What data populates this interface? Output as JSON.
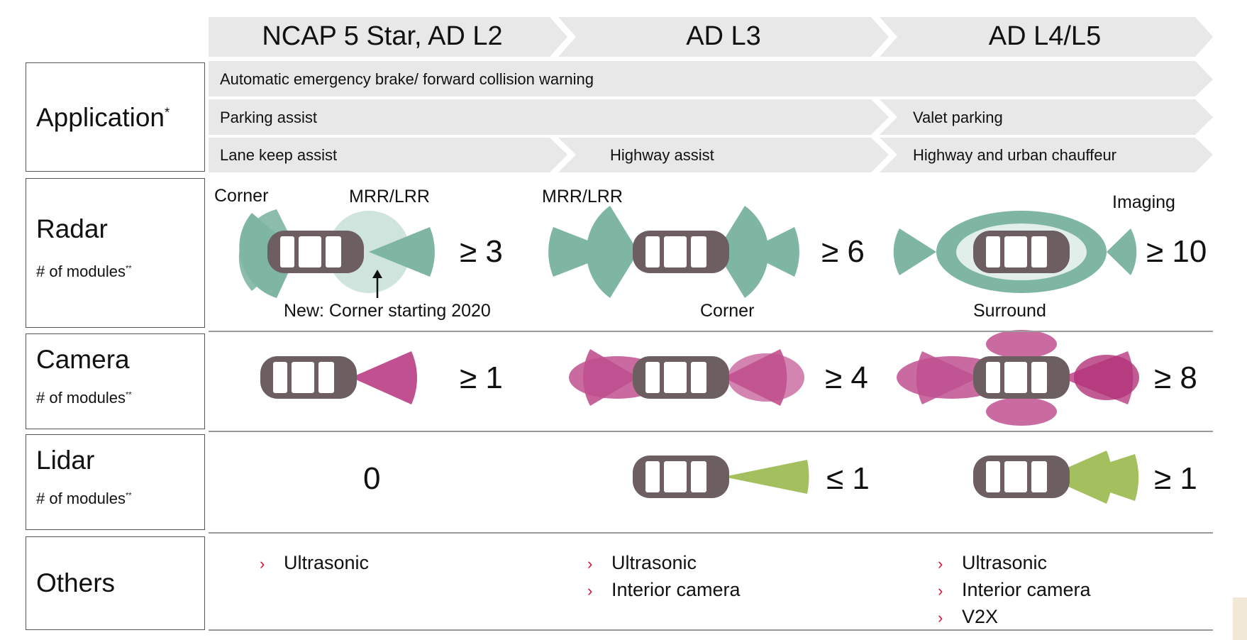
{
  "header": {
    "stages": [
      "NCAP 5 Star, AD L2",
      "AD L3",
      "AD L4/L5"
    ]
  },
  "application": {
    "title": "Application",
    "sup": "*",
    "rows": [
      {
        "items": [
          "Automatic emergency brake/ forward collision warning"
        ]
      },
      {
        "items": [
          "Parking assist",
          "Valet parking"
        ]
      },
      {
        "items": [
          "Lane keep assist",
          "Highway assist",
          "Highway and urban chauffeur"
        ]
      }
    ]
  },
  "sensors": {
    "subtitle": "# of modules",
    "sub_sup": "**",
    "radar": {
      "title": "Radar",
      "labels": [
        "Corner",
        "MRR/LRR",
        "MRR/LRR",
        "Imaging",
        "New: Corner starting 2020",
        "Corner",
        "Surround"
      ],
      "counts": [
        "≥ 3",
        "≥ 6",
        "≥ 10"
      ]
    },
    "camera": {
      "title": "Camera",
      "counts": [
        "≥ 1",
        "≥ 4",
        "≥ 8"
      ]
    },
    "lidar": {
      "title": "Lidar",
      "counts": [
        "0",
        "≤ 1",
        "≥ 1"
      ]
    }
  },
  "others": {
    "title": "Others",
    "columns": [
      [
        "Ultrasonic"
      ],
      [
        "Ultrasonic",
        "Interior camera"
      ],
      [
        "Ultrasonic",
        "Interior camera",
        "V2X"
      ]
    ],
    "bullet_glyph": "›"
  },
  "colors": {
    "radar": "#7fb5a3",
    "radar_light": "#cfe4dc",
    "camera": "#c0508f",
    "lidar": "#a4bf5e",
    "car": "#6d5e61",
    "arrow_bg": "#e8e8e8",
    "bullet": "#d2143c"
  }
}
